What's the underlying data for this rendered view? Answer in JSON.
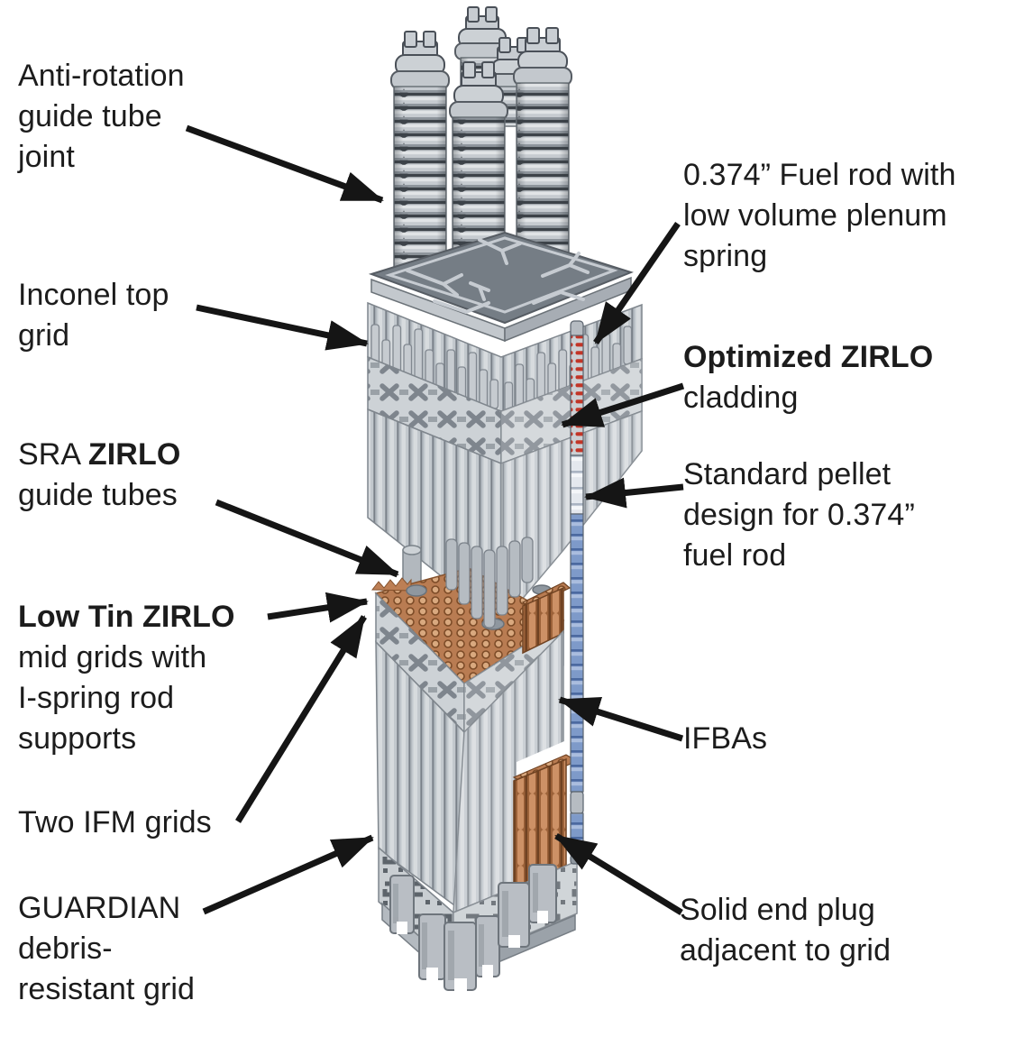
{
  "figure": {
    "type": "technical-diagram",
    "subject": "Exploded view of a nuclear fuel assembly with labeled components"
  },
  "colors": {
    "label_text": "#1c1c1c",
    "arrow": "#151515",
    "metal_light": "#cdd2d6",
    "metal_mid": "#b6bcc2",
    "metal_dark": "#70777e",
    "grid_face": "#cdd2d6",
    "copper": "#c08055",
    "copper_dark": "#7c4b27",
    "ifba_blue": "#7e9ac9",
    "pellet_light": "#e4e8ee",
    "plenum_spring_red": "#c23527"
  },
  "callouts": {
    "anti_rotation": {
      "pre": "Anti-rotation\nguide tube\njoint",
      "bold": "",
      "post": ""
    },
    "inconel": {
      "pre": "Inconel top\ngrid",
      "bold": "",
      "post": ""
    },
    "sra": {
      "pre": "SRA ",
      "bold": "ZIRLO",
      "post": "\nguide tubes"
    },
    "low_tin": {
      "pre": "",
      "bold": "Low Tin ZIRLO",
      "post": "\nmid grids with\nI-spring rod\nsupports"
    },
    "two_ifm": {
      "pre": "Two IFM grids",
      "bold": "",
      "post": ""
    },
    "guardian": {
      "pre": "GUARDIAN\ndebris-\nresistant grid",
      "bold": "",
      "post": ""
    },
    "fuel_rod": {
      "pre": "0.374” Fuel rod with\nlow volume plenum\nspring",
      "bold": "",
      "post": ""
    },
    "optimized": {
      "pre": "",
      "bold": "Optimized ZIRLO",
      "post": "\ncladding"
    },
    "pellet": {
      "pre": "Standard pellet\ndesign for 0.374”\nfuel rod",
      "bold": "",
      "post": ""
    },
    "ifbas": {
      "pre": "IFBAs",
      "bold": "",
      "post": ""
    },
    "end_plug": {
      "pre": "Solid end plug\nadjacent to grid",
      "bold": "",
      "post": ""
    }
  }
}
